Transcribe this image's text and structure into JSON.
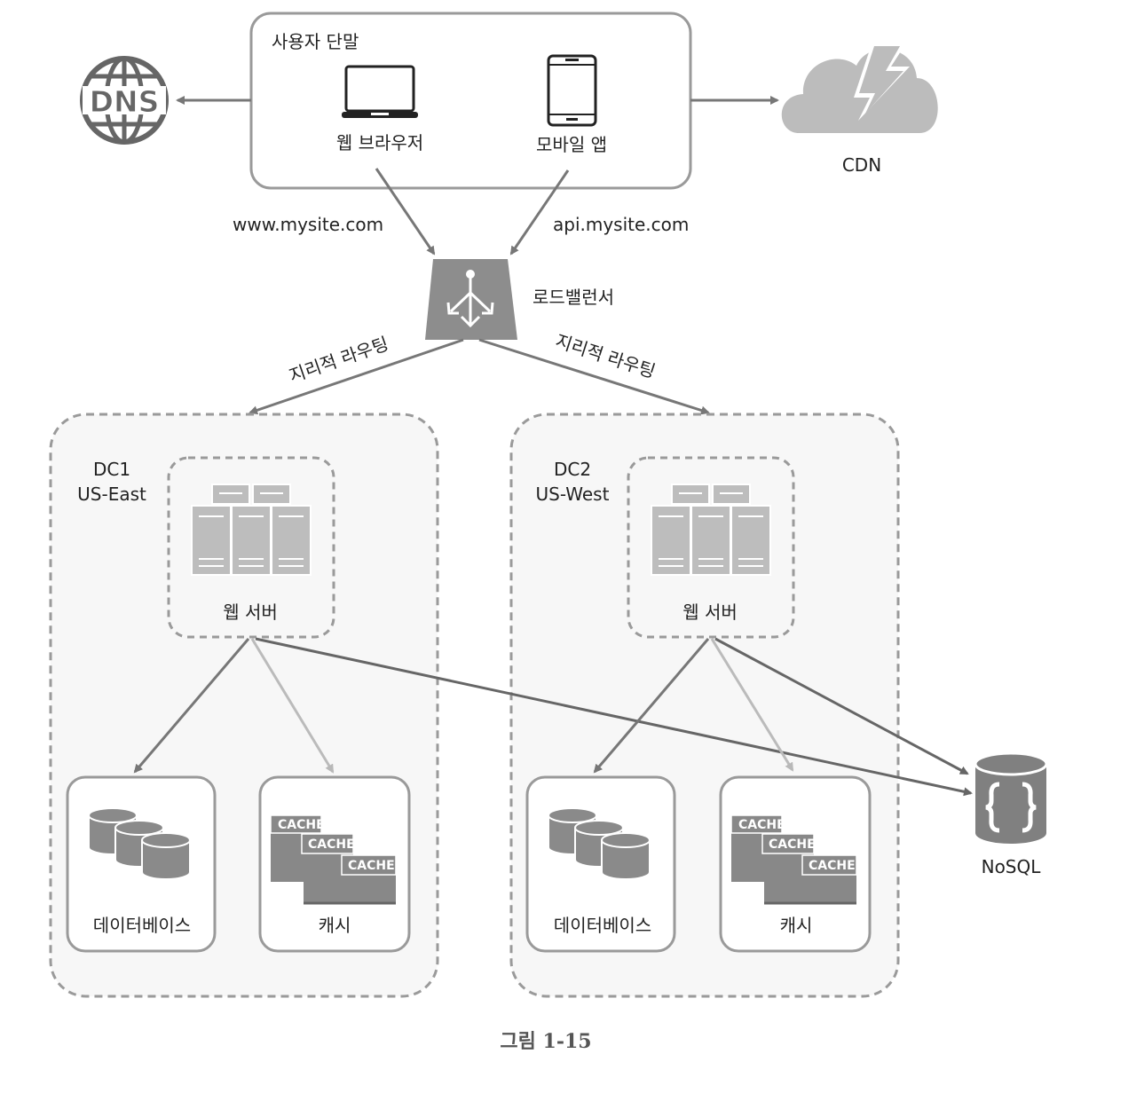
{
  "client": {
    "title": "사용자 단말",
    "web_browser": "웹 브라우저",
    "mobile_app": "모바일 앱"
  },
  "dns": {
    "label": "DNS"
  },
  "cdn": {
    "label": "CDN"
  },
  "domains": {
    "web": "www.mysite.com",
    "api": "api.mysite.com"
  },
  "load_balancer": {
    "label": "로드밸런서"
  },
  "routing": {
    "left": "지리적 라우팅",
    "right": "지리적 라우팅"
  },
  "dc1": {
    "name": "DC1",
    "region": "US-East",
    "web_server": "웹 서버",
    "database": "데이터베이스",
    "cache": "캐시",
    "cache_tags": [
      "CACHE",
      "CACHE",
      "CACHE"
    ]
  },
  "dc2": {
    "name": "DC2",
    "region": "US-West",
    "web_server": "웹 서버",
    "database": "데이터베이스",
    "cache": "캐시",
    "cache_tags": [
      "CACHE",
      "CACHE",
      "CACHE"
    ]
  },
  "nosql": {
    "label": "NoSQL"
  },
  "caption": "그림 1-15"
}
